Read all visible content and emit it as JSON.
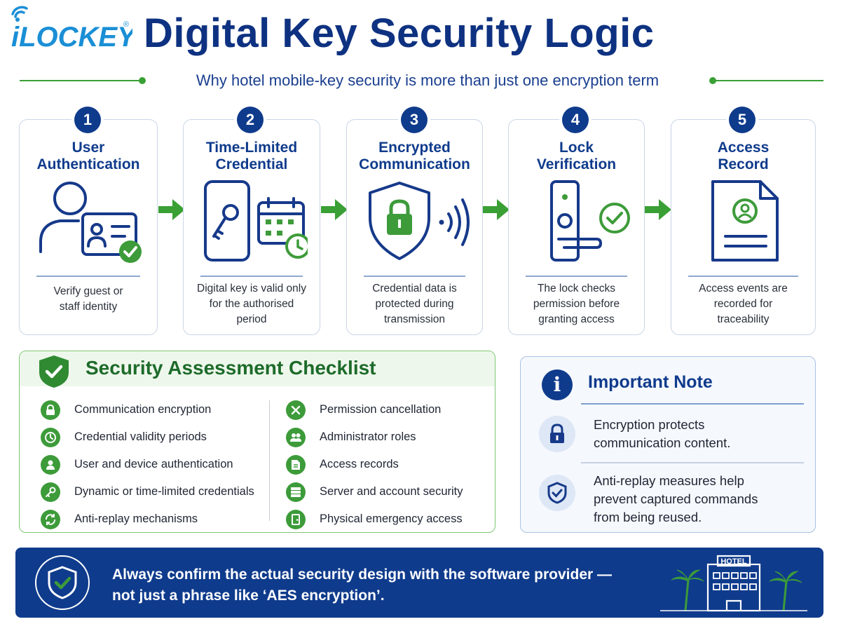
{
  "header": {
    "logo_text": "iLOCKEY",
    "title": "Digital Key Security Logic",
    "subtitle": "Why hotel mobile-key security is more than just one encryption term"
  },
  "steps": [
    {
      "number": "1",
      "title_line1": "User",
      "title_line2": "Authentication",
      "desc_line1": "Verify guest or",
      "desc_line2": "staff identity",
      "desc_line3": "",
      "icon": "user-id-card-icon"
    },
    {
      "number": "2",
      "title_line1": "Time-Limited",
      "title_line2": "Credential",
      "desc_line1": "Digital key is valid only",
      "desc_line2": "for the authorised",
      "desc_line3": "period",
      "icon": "phone-key-calendar-icon"
    },
    {
      "number": "3",
      "title_line1": "Encrypted",
      "title_line2": "Communication",
      "desc_line1": "Credential data is",
      "desc_line2": "protected during",
      "desc_line3": "transmission",
      "icon": "shield-lock-signal-icon"
    },
    {
      "number": "4",
      "title_line1": "Lock",
      "title_line2": "Verification",
      "desc_line1": "The lock checks",
      "desc_line2": "permission before",
      "desc_line3": "granting access",
      "icon": "door-lock-check-icon"
    },
    {
      "number": "5",
      "title_line1": "Access",
      "title_line2": "Record",
      "desc_line1": "Access events are",
      "desc_line2": "recorded for",
      "desc_line3": "traceability",
      "icon": "document-record-icon"
    }
  ],
  "checklist": {
    "title": "Security Assessment Checklist",
    "left": [
      {
        "label": "Communication encryption",
        "icon": "lock-icon"
      },
      {
        "label": "Credential validity periods",
        "icon": "clock-icon"
      },
      {
        "label": "User and device authentication",
        "icon": "user-icon"
      },
      {
        "label": "Dynamic or time-limited credentials",
        "icon": "key-icon"
      },
      {
        "label": "Anti-replay mechanisms",
        "icon": "refresh-icon"
      }
    ],
    "right": [
      {
        "label": "Permission cancellation",
        "icon": "x-icon"
      },
      {
        "label": "Administrator roles",
        "icon": "users-icon"
      },
      {
        "label": "Access records",
        "icon": "document-icon"
      },
      {
        "label": "Server and account security",
        "icon": "server-icon"
      },
      {
        "label": "Physical emergency access",
        "icon": "door-icon"
      }
    ]
  },
  "note": {
    "title": "Important Note",
    "item1_line1": "Encryption protects",
    "item1_line2": "communication content.",
    "item2_line1": "Anti-replay measures help",
    "item2_line2": "prevent captured commands",
    "item2_line3": "from being reused."
  },
  "banner": {
    "line1": "Always confirm the actual security design with the software provider —",
    "line2": "not just a phrase like ‘AES encryption’.",
    "hotel_label": "HOTEL"
  },
  "colors": {
    "navy": "#0f3b8c",
    "green": "#3d9b3a",
    "dark_green": "#1d6b2a"
  }
}
